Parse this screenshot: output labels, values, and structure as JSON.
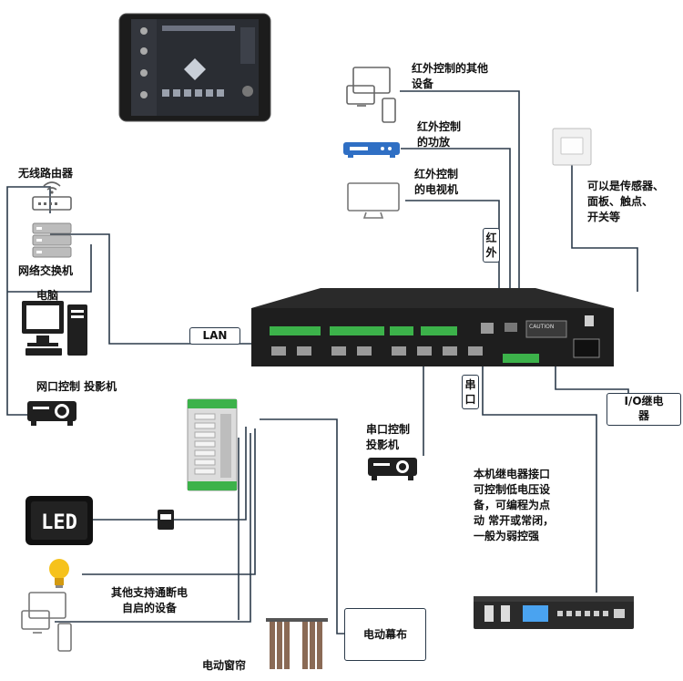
{
  "labels": {
    "wireless_router": "无线路由器",
    "network_switch": "网络交换机",
    "computer": "电脑",
    "network_projector": "网口控制 投影机",
    "lan": "LAN",
    "ir_other_devices": [
      "红外控制的其他",
      "设备"
    ],
    "ir_amplifier": [
      "红外控制",
      "的功放"
    ],
    "ir_tv": [
      "红外控制",
      "的电视机"
    ],
    "ir_tag": [
      "红",
      "外"
    ],
    "sensor_desc": [
      "可以是传感器、",
      "面板、触点、",
      "开关等"
    ],
    "io_relay": [
      "I/O继电",
      "器"
    ],
    "serial_tag": [
      "串",
      "口"
    ],
    "serial_projector": [
      "串口控制",
      "投影机"
    ],
    "relay_desc": [
      "本机继电器接口",
      "可控制低电压设",
      "备，可编程为点",
      "动 常开或常闭，",
      "一般为弱控强"
    ],
    "other_devices": [
      "其他支持通断电",
      "自启的设备"
    ],
    "electric_screen": "电动幕布",
    "electric_curtain": "电动窗帘"
  },
  "device_text": {
    "caution": "CAUTION",
    "led_display": "LED"
  },
  "colors": {
    "wire": "#2b3a4a",
    "device_dark": "#1f1f1f",
    "terminal_green": "#3cb24a",
    "ir_blue": "#2f6fc4",
    "bulb_yellow": "#f6c21c",
    "curtain_brown": "#8a6a55"
  }
}
